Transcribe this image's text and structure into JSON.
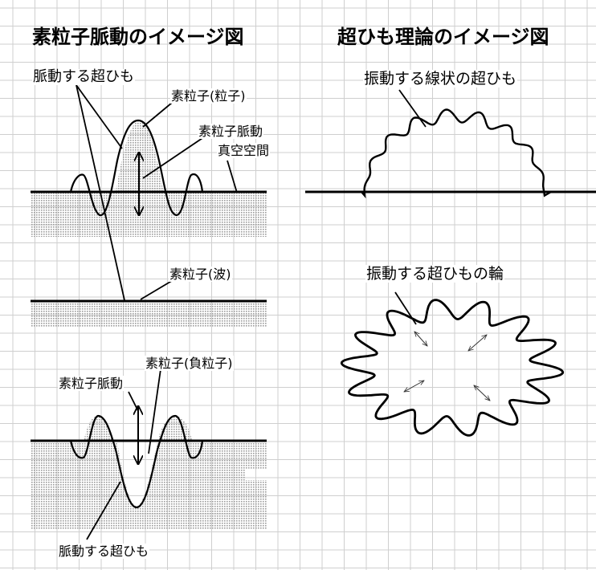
{
  "colors": {
    "grid": "#cfcfcf",
    "ink": "#000000",
    "vacuum_dots": "#9c9c9c",
    "background": "#ffffff"
  },
  "left_panel": {
    "title": "素粒子脈動のイメージ図",
    "labels": {
      "pulsing_string_top": "脈動する超ひも",
      "particle": "素粒子(粒子)",
      "pulsation_top": "素粒子脈動",
      "vacuum": "真空空間",
      "wave": "素粒子(波)",
      "antiparticle": "素粒子(負粒子)",
      "pulsation_bottom": "素粒子脈動",
      "pulsing_string_bottom": "脈動する超ひも"
    }
  },
  "right_panel": {
    "title": "超ひも理論のイメージ図",
    "labels": {
      "vibrating_string": "振動する線状の超ひも",
      "vibrating_loop": "振動する超ひもの輪"
    }
  }
}
